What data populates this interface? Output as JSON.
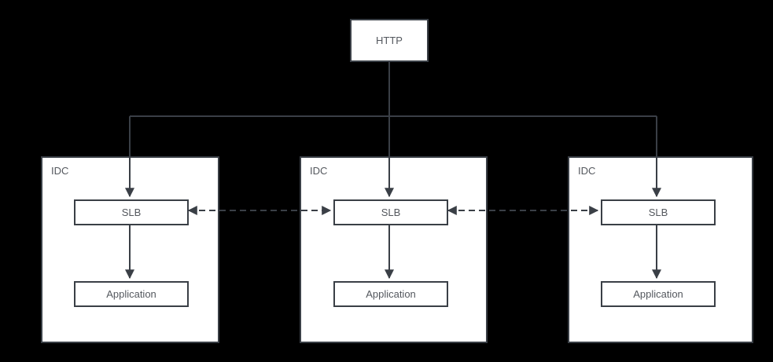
{
  "diagram": {
    "type": "architecture-flowchart",
    "colors": {
      "background": "#000000",
      "node_fill": "#ffffff",
      "stroke": "#3a3f46",
      "text": "#54585e"
    },
    "http_node": {
      "label": "HTTP"
    },
    "idc_groups": [
      {
        "label": "IDC",
        "slb_label": "SLB",
        "app_label": "Application"
      },
      {
        "label": "IDC",
        "slb_label": "SLB",
        "app_label": "Application"
      },
      {
        "label": "IDC",
        "slb_label": "SLB",
        "app_label": "Application"
      }
    ],
    "edges": [
      {
        "from": "HTTP",
        "to": "SLB (IDC 1)",
        "style": "solid",
        "arrow": "end"
      },
      {
        "from": "HTTP",
        "to": "SLB (IDC 2)",
        "style": "solid",
        "arrow": "end"
      },
      {
        "from": "HTTP",
        "to": "SLB (IDC 3)",
        "style": "solid",
        "arrow": "end"
      },
      {
        "from": "SLB (IDC 1)",
        "to": "Application (IDC 1)",
        "style": "solid",
        "arrow": "end"
      },
      {
        "from": "SLB (IDC 2)",
        "to": "Application (IDC 2)",
        "style": "solid",
        "arrow": "end"
      },
      {
        "from": "SLB (IDC 3)",
        "to": "Application (IDC 3)",
        "style": "solid",
        "arrow": "end"
      },
      {
        "from": "SLB (IDC 1)",
        "to": "SLB (IDC 2)",
        "style": "dashed",
        "arrow": "both"
      },
      {
        "from": "SLB (IDC 2)",
        "to": "SLB (IDC 3)",
        "style": "dashed",
        "arrow": "both"
      }
    ]
  }
}
